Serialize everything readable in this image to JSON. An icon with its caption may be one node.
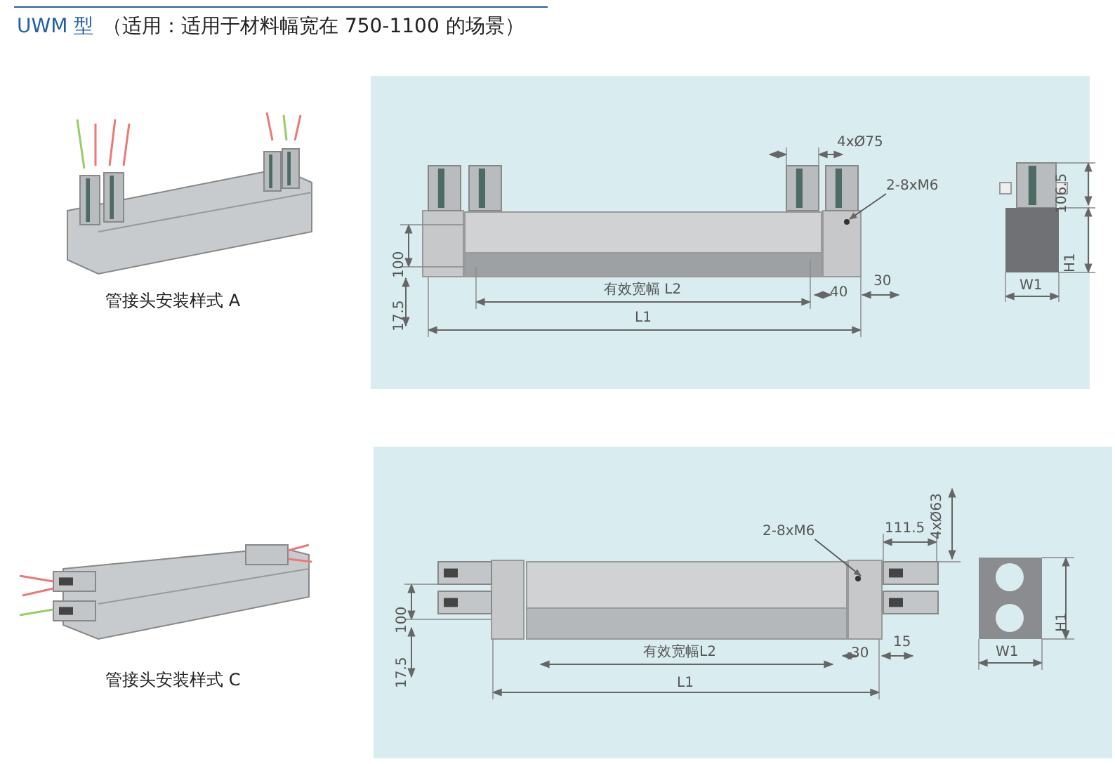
{
  "diagram": {
    "title": "UWM 型",
    "nodes": [
      {
        "text": [
          "2-8xM6"
        ]
      },
      {
        "text": [],
        "shape": "circle"
      },
      {
        "text": [
          "2-8xM6"
        ]
      },
      {
        "text": [],
        "shape": "circle"
      }
    ],
    "edges": [
      {
        "from": 0,
        "to": 1,
        "arrow": "to"
      },
      {
        "from": 2,
        "to": 3,
        "arrow": "to"
      }
    ],
    "labels": [
      "（适用：适用于材料幅宽在 750-1100 的场景）",
      "管接头安装样式 A",
      "4xØ75",
      "100",
      "17.5",
      "有效宽幅 L2",
      "40",
      "30",
      "L1",
      "106.5",
      "H1",
      "W1",
      "管接头安装样式 C",
      "111.5",
      "4xØ63",
      "100",
      "17.5",
      "有效宽幅L2",
      "30",
      "15",
      "L1",
      "H1",
      "W1"
    ]
  }
}
